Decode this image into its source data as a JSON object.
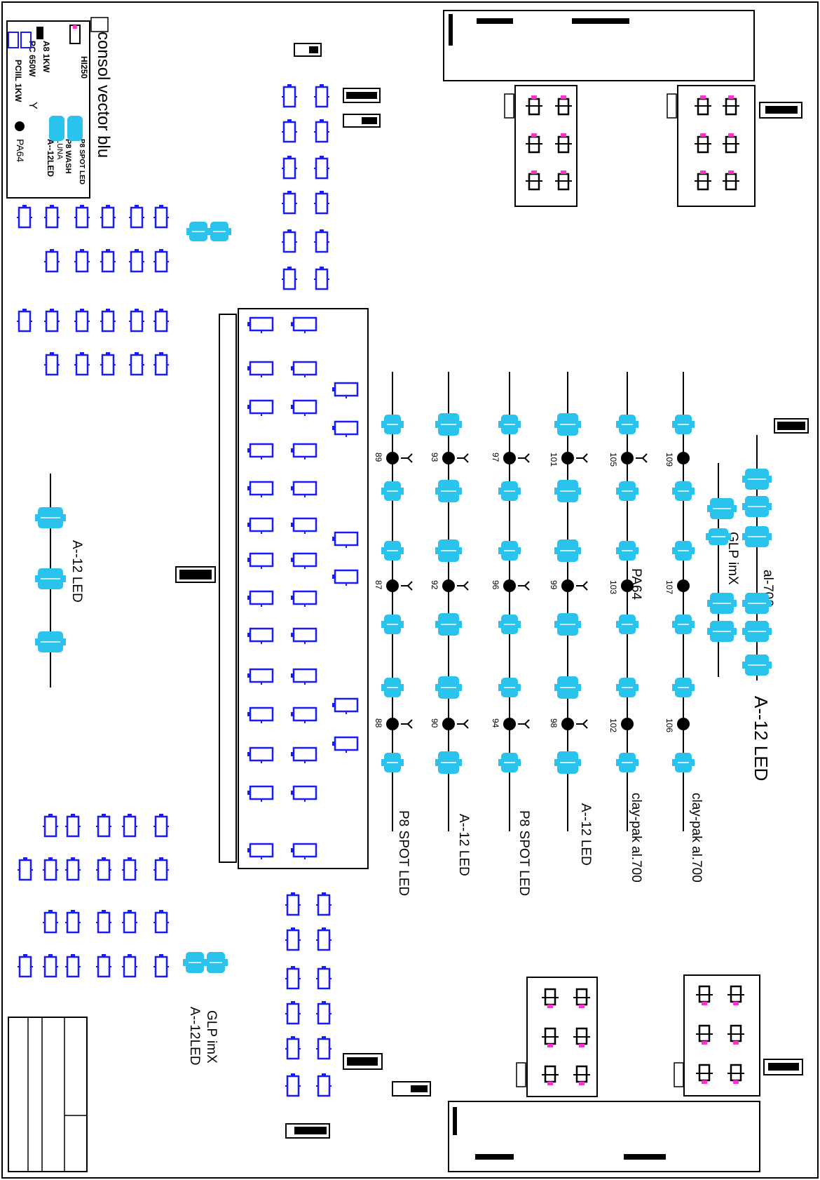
{
  "legend": {
    "title": "consol vector blu",
    "items": [
      "HI250",
      "A8 1KW",
      "PC 650W",
      "PCIIL 1KW",
      "Y",
      "PA64",
      "LUNA",
      "A--12LED",
      "P8 SPOT LED",
      "P8 WASH"
    ]
  },
  "rig": {
    "truss_labels": [
      "P8 SPOT LED",
      "A--12 LED",
      "P8 SPOT LED",
      "A--12 LED",
      "clay-pak al.700",
      "clay-pak al.700"
    ],
    "truss_numbers": [
      [
        "89",
        "87",
        "88"
      ],
      [
        "93",
        "92",
        "90"
      ],
      [
        "97",
        "96",
        "94"
      ],
      [
        "101",
        "99",
        "98"
      ],
      [
        "105",
        "103",
        "102"
      ],
      [
        "109",
        "107",
        "106"
      ]
    ],
    "inline_labels": [
      "PA64"
    ]
  },
  "right_group": {
    "labels": [
      "al-700",
      "GLP imX",
      "A--12 LED"
    ]
  },
  "left_side": {
    "label": "A--12 LED"
  },
  "bottom_left": {
    "labels": [
      "GLP imX",
      "A--12LED"
    ]
  },
  "colors": {
    "fixture_blue": "#1a1aff",
    "led_cyan": "#29c3ee",
    "magenta": "#ff33cc",
    "par": "#000000"
  }
}
